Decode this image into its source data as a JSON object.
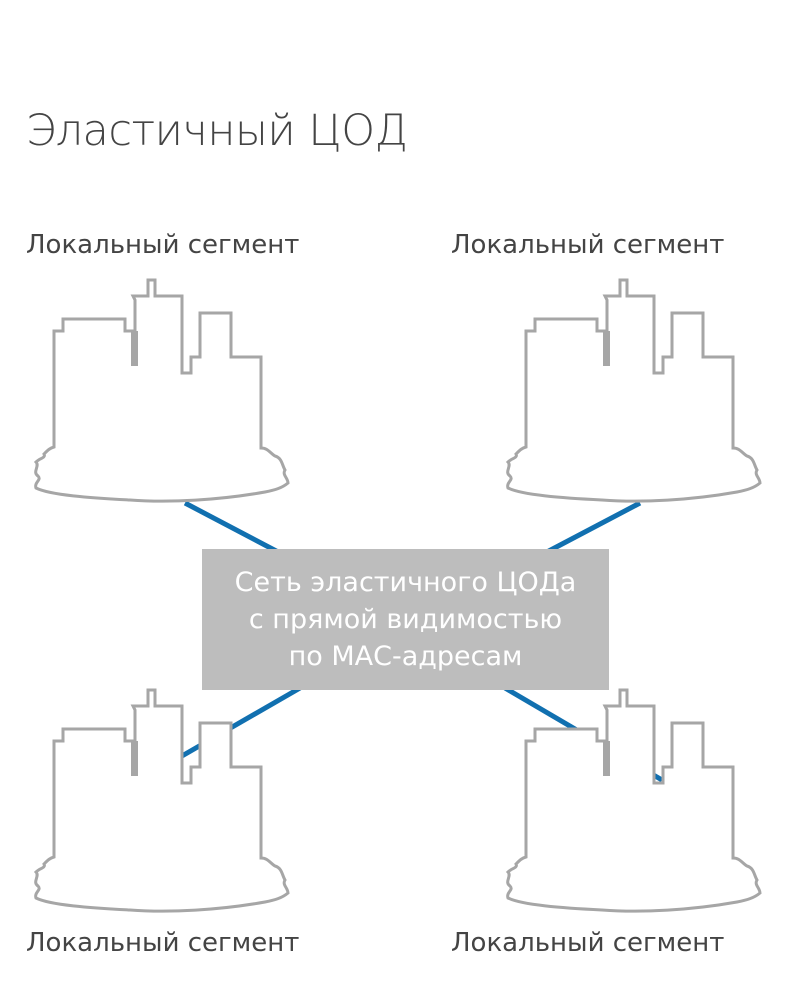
{
  "title": "Эластичный ЦОД",
  "segments": [
    {
      "label": "Локальный сегмент"
    },
    {
      "label": "Локальный сегмент"
    },
    {
      "label": "Локальный сегмент"
    },
    {
      "label": "Локальный сегмент"
    }
  ],
  "network": {
    "lines": [
      "Сеть эластичного ЦОДа",
      "с прямой видимостью",
      "по МАС-адресам"
    ]
  },
  "colors": {
    "link": "#1170b0",
    "building": "#a6a6a6",
    "box": "#bdbdbd",
    "text": "#444444"
  }
}
